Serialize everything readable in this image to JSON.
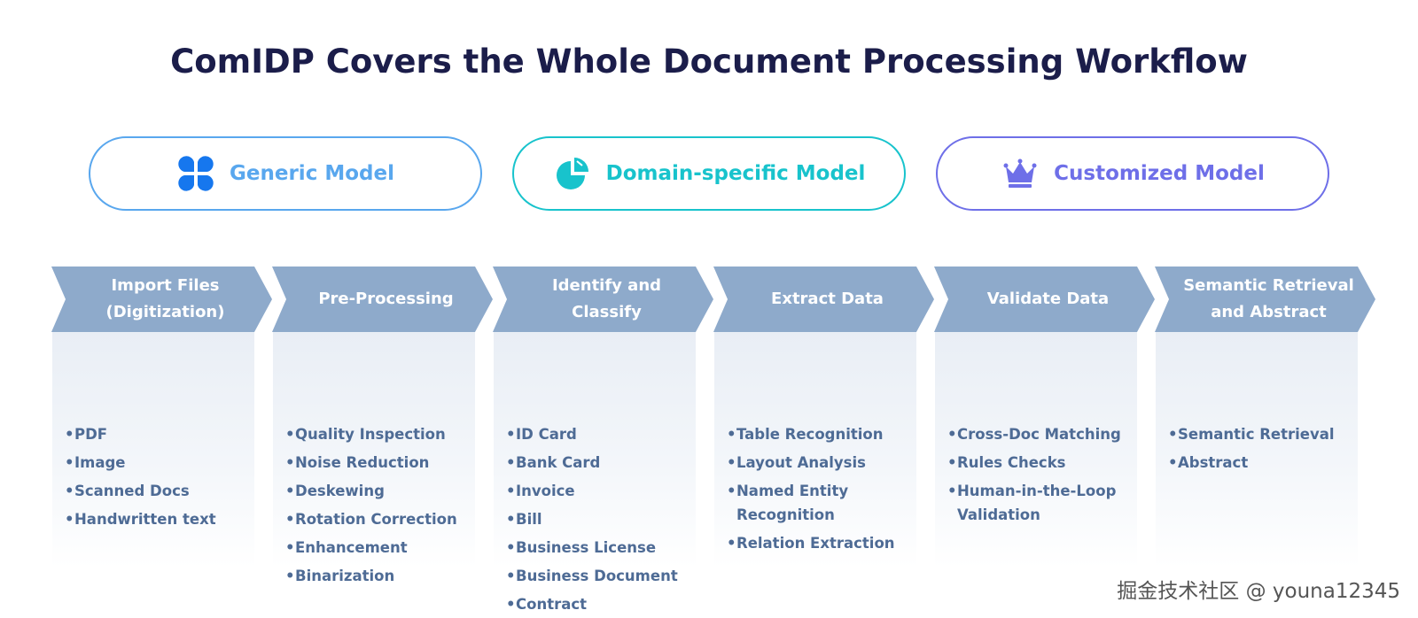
{
  "title": "ComIDP Covers the Whole Document Processing Workflow",
  "models": [
    {
      "label": "Generic Model",
      "icon": "four-petal-icon",
      "color": "#59a7ee",
      "icon_color": "#1677ee"
    },
    {
      "label": "Domain-specific Model",
      "icon": "pie-chart-icon",
      "color": "#18c3cc",
      "icon_color": "#18c3cc"
    },
    {
      "label": "Customized Model",
      "icon": "crown-icon",
      "color": "#6e6fe8",
      "icon_color": "#6e6fe8"
    }
  ],
  "steps": [
    {
      "title": "Import Files\n(Digitization)",
      "items": [
        "PDF",
        "Image",
        "Scanned Docs",
        "Handwritten text"
      ]
    },
    {
      "title": "Pre-Processing",
      "items": [
        "Quality Inspection",
        "Noise Reduction",
        "Deskewing",
        "Rotation Correction",
        "Enhancement",
        "Binarization"
      ]
    },
    {
      "title": "Identify and\nClassify",
      "items": [
        "ID Card",
        "Bank Card",
        "Invoice",
        "Bill",
        "Business License",
        "Business Document",
        "Contract"
      ]
    },
    {
      "title": "Extract Data",
      "items": [
        "Table Recognition",
        "Layout Analysis",
        "Named Entity\nRecognition",
        "Relation Extraction"
      ]
    },
    {
      "title": "Validate Data",
      "items": [
        "Cross-Doc Matching",
        "Rules Checks",
        "Human-in-the-Loop\nValidation"
      ]
    },
    {
      "title": "Semantic Retrieval\nand Abstract",
      "items": [
        "Semantic Retrieval",
        "Abstract"
      ]
    }
  ],
  "watermark": "掘金技术社区 @ youna12345",
  "colors": {
    "title": "#1b1d4a",
    "step_head": "#8eaacb",
    "item_text": "#4e6b95"
  }
}
